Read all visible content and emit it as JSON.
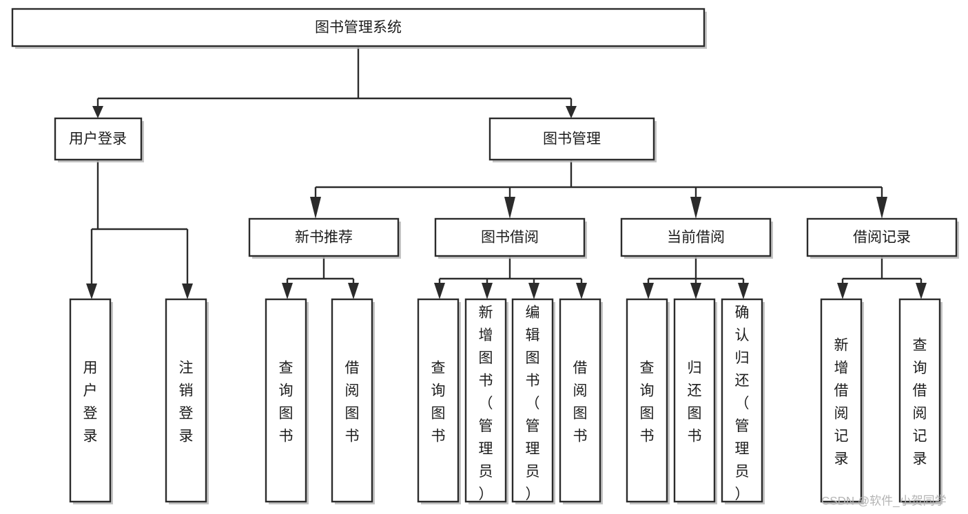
{
  "diagram": {
    "title": "图书管理系统",
    "type": "hierarchy-tree",
    "orientation": "top-down",
    "root": {
      "id": "root",
      "label": "图书管理系统",
      "text_direction": "horizontal"
    },
    "level2": [
      {
        "id": "user-login",
        "label": "用户登录",
        "text_direction": "horizontal"
      },
      {
        "id": "book-management",
        "label": "图书管理",
        "text_direction": "horizontal"
      }
    ],
    "level3": [
      {
        "id": "new-book-recommend",
        "label": "新书推荐",
        "text_direction": "horizontal",
        "parent": "book-management"
      },
      {
        "id": "book-borrow",
        "label": "图书借阅",
        "text_direction": "horizontal",
        "parent": "book-management"
      },
      {
        "id": "current-borrow",
        "label": "当前借阅",
        "text_direction": "horizontal",
        "parent": "book-management"
      },
      {
        "id": "borrow-record",
        "label": "借阅记录",
        "text_direction": "horizontal",
        "parent": "book-management"
      }
    ],
    "leaves": [
      {
        "id": "leaf-user-login",
        "label": "用户登录",
        "parent": "user-login",
        "text_direction": "vertical"
      },
      {
        "id": "leaf-logout-login",
        "label": "注销登录",
        "parent": "user-login",
        "text_direction": "vertical"
      },
      {
        "id": "leaf-query-book-1",
        "label": "查询图书",
        "parent": "new-book-recommend",
        "text_direction": "vertical"
      },
      {
        "id": "leaf-borrow-book-1",
        "label": "借阅图书",
        "parent": "new-book-recommend",
        "text_direction": "vertical"
      },
      {
        "id": "leaf-query-book-2",
        "label": "查询图书",
        "parent": "book-borrow",
        "text_direction": "vertical"
      },
      {
        "id": "leaf-add-book-admin",
        "label": "新增图书（管理员）",
        "parent": "book-borrow",
        "text_direction": "vertical"
      },
      {
        "id": "leaf-edit-book-admin",
        "label": "编辑图书（管理员）",
        "parent": "book-borrow",
        "text_direction": "vertical"
      },
      {
        "id": "leaf-borrow-book-2",
        "label": "借阅图书",
        "parent": "book-borrow",
        "text_direction": "vertical"
      },
      {
        "id": "leaf-query-book-3",
        "label": "查询图书",
        "parent": "current-borrow",
        "text_direction": "vertical"
      },
      {
        "id": "leaf-return-book",
        "label": "归还图书",
        "parent": "current-borrow",
        "text_direction": "vertical"
      },
      {
        "id": "leaf-confirm-return-admin",
        "label": "确认归还（管理员）",
        "parent": "current-borrow",
        "text_direction": "vertical"
      },
      {
        "id": "leaf-add-borrow-record",
        "label": "新增借阅记录",
        "parent": "borrow-record",
        "text_direction": "vertical"
      },
      {
        "id": "leaf-query-borrow-record",
        "label": "查询借阅记录",
        "parent": "borrow-record",
        "text_direction": "vertical"
      }
    ],
    "colors": {
      "background": "#ffffff",
      "box_fill": "#ffffff",
      "box_stroke": "#2b2b2b",
      "text": "#1c1c1c",
      "shadow": "#b8b8b8",
      "watermark": "#b4b4b4"
    }
  },
  "watermark": {
    "text": "CSDN @软件_小贺同学"
  }
}
